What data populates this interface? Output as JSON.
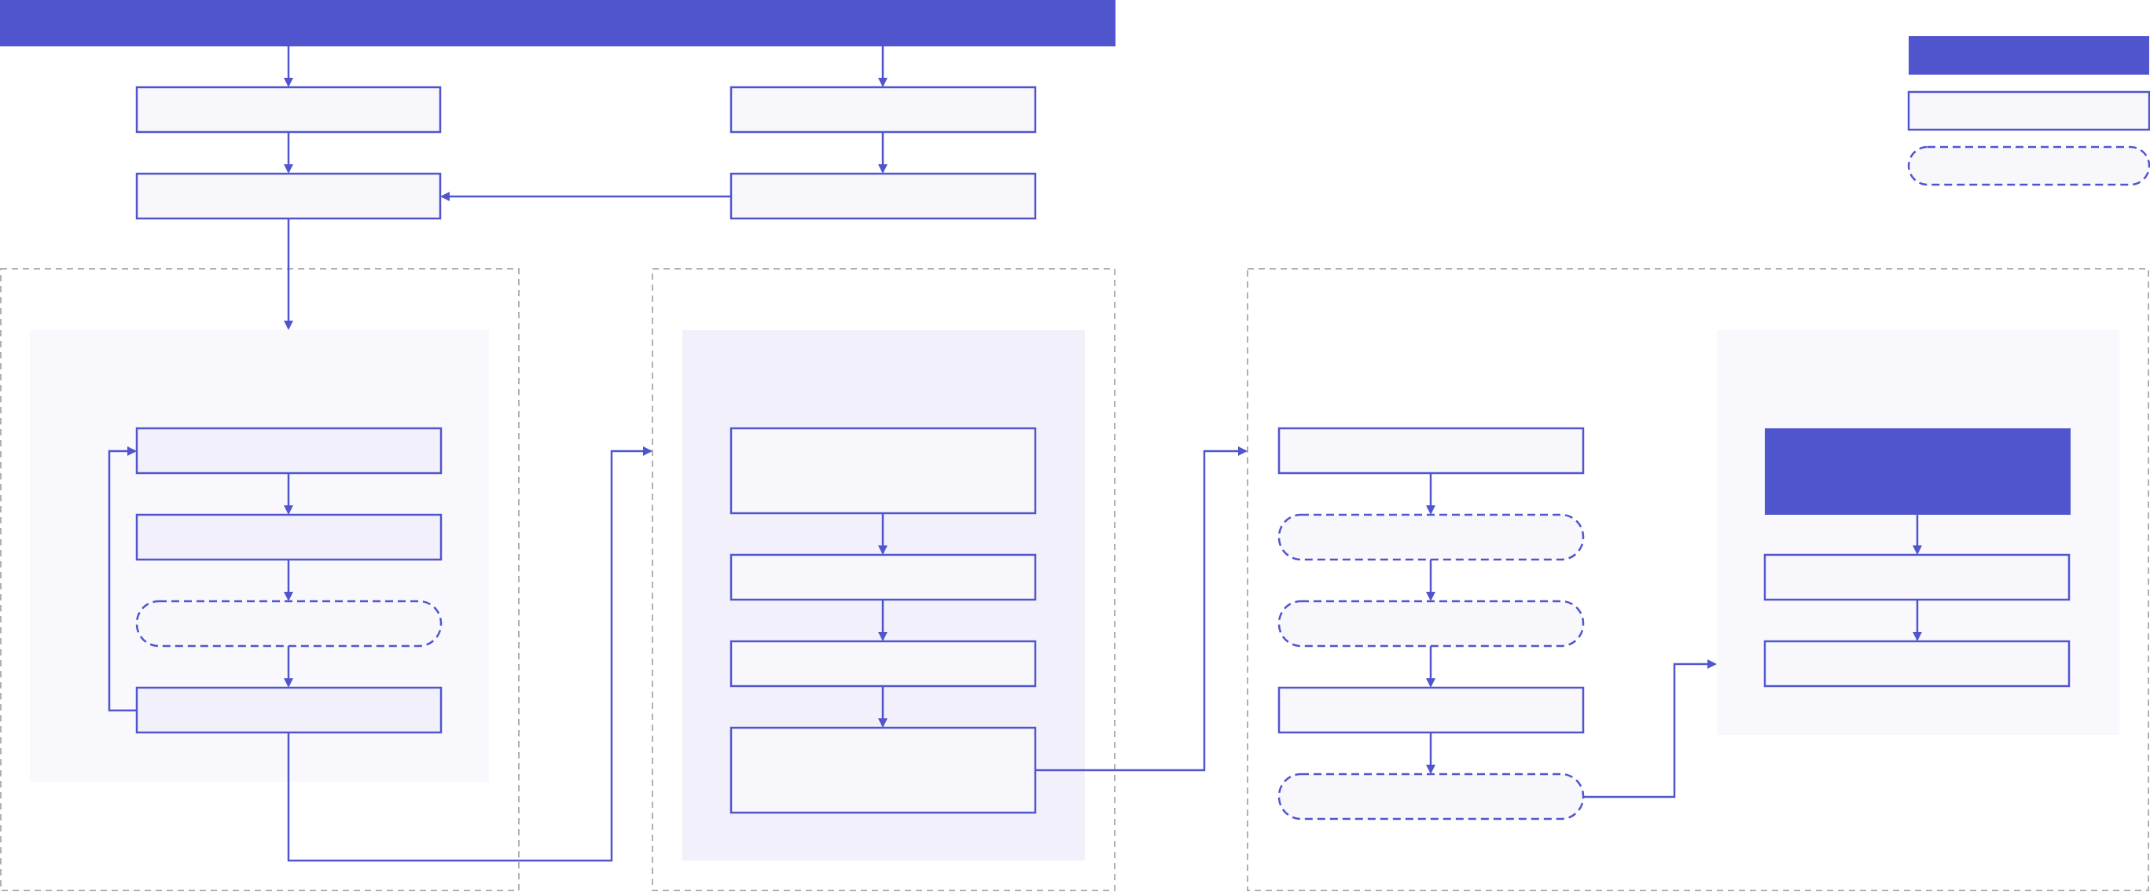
{
  "colors": {
    "accent": "#5055cd",
    "box_fill": "#f7f7fc",
    "box_fill_alt": "#f1f0fb",
    "panel_fill": "#f8f8fd",
    "panel_fill_alt": "#f2f1fb",
    "group_border": "#b0b0b0",
    "background": "#ffffff"
  },
  "diagram": {
    "legend": {
      "items": [
        {
          "style": "filled",
          "label": ""
        },
        {
          "style": "outlined",
          "label": ""
        },
        {
          "style": "dashed-rounded",
          "label": ""
        }
      ]
    },
    "nodes": {
      "top_banner": "",
      "left_source_a": "",
      "left_source_b": "",
      "right_source_a": "",
      "right_source_b": "",
      "loop_step_1": "",
      "loop_step_2": "",
      "loop_step_3": "",
      "loop_step_4": "",
      "mid_step_1": "",
      "mid_step_2": "",
      "mid_step_3": "",
      "mid_step_4": "",
      "right_step_1": "",
      "right_step_2": "",
      "right_step_3": "",
      "right_step_4": "",
      "right_step_5": "",
      "inner_header": "",
      "inner_step_1": "",
      "inner_step_2": ""
    }
  }
}
